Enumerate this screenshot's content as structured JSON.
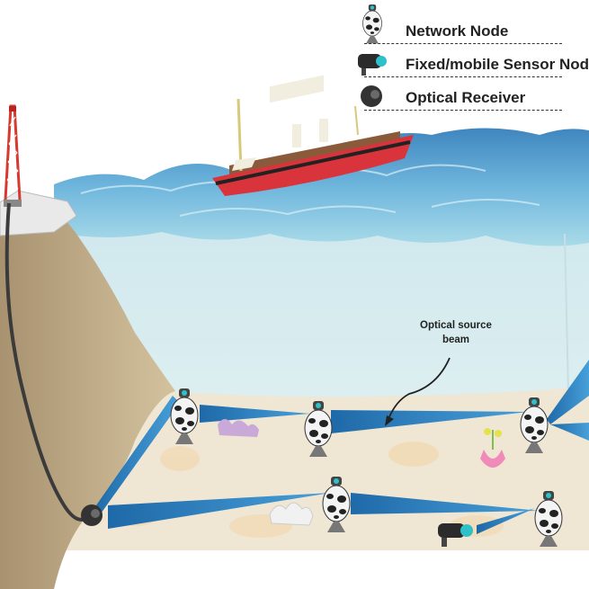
{
  "legend": {
    "items": [
      {
        "label": "Network Node",
        "icon": "network-node-icon"
      },
      {
        "label": "Fixed/mobile Sensor Node",
        "icon": "sensor-node-icon"
      },
      {
        "label": "Optical Receiver",
        "icon": "optical-receiver-icon"
      }
    ]
  },
  "annotation": {
    "line1": "Optical source",
    "line2": "beam"
  },
  "colors": {
    "sea_surface": "#5aa7d6",
    "water": "#dff0f2",
    "seabed": "#efe6d3",
    "cliff": "#c9b48f",
    "beam": "#1f7fc4",
    "ship_hull": "#d9333b",
    "tower": "#d8392f"
  }
}
